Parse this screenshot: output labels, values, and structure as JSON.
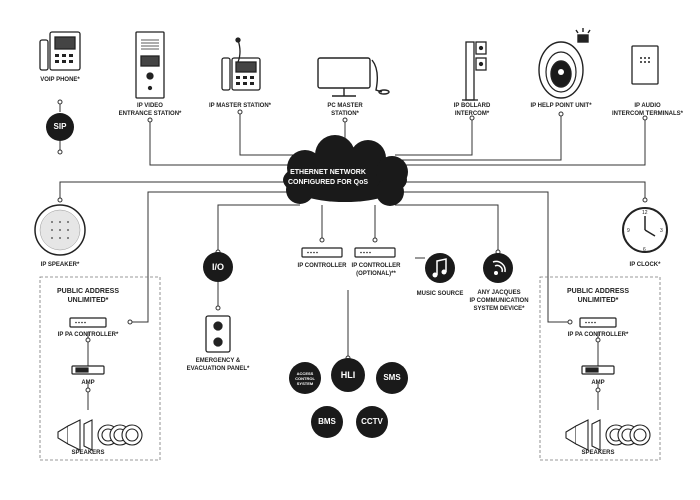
{
  "network": {
    "line1": "ETHERNET NETWORK",
    "line2": "CONFIGURED FOR QoS"
  },
  "devices": {
    "voip_phone": "VOIP PHONE*",
    "ip_video_1": "IP VIDEO",
    "ip_video_2": "ENTRANCE STATION*",
    "ip_master": "IP MASTER STATION*",
    "pc_master_1": "PC MASTER",
    "pc_master_2": "STATION*",
    "ip_bollard_1": "IP BOLLARD",
    "ip_bollard_2": "INTERCOM*",
    "ip_help": "IP HELP POINT UNIT*",
    "ip_audio_1": "IP AUDIO",
    "ip_audio_2": "INTERCOM TERMINALS*",
    "ip_speaker": "IP SPEAKER*",
    "ip_clock": "IP CLOCK*",
    "io": "I/O",
    "emergency_1": "EMERGENCY &",
    "emergency_2": "EVACUATION PANEL*",
    "ip_controller": "IP CONTROLLER",
    "ip_controller_opt_1": "IP CONTROLLER",
    "ip_controller_opt_2": "(OPTIONAL)**",
    "music_source": "MUSIC SOURCE",
    "jacques_1": "ANY JACQUES",
    "jacques_2": "IP COMMUNICATION",
    "jacques_3": "SYSTEM DEVICE*"
  },
  "hli": {
    "center": "HLI",
    "access_1": "ACCESS",
    "access_2": "CONTROL",
    "access_3": "SYSTEM",
    "sms": "SMS",
    "bms": "BMS",
    "cctv": "CCTV"
  },
  "sip": "SIP",
  "pa_left": {
    "title_1": "PUBLIC ADDRESS",
    "title_2": "UNLIMITED*",
    "controller": "IP PA CONTROLLER*",
    "amp": "AMP",
    "speakers": "SPEAKERS"
  },
  "pa_right": {
    "title_1": "PUBLIC ADDRESS",
    "title_2": "UNLIMITED*",
    "controller": "IP PA CONTROLLER*",
    "amp": "AMP",
    "speakers": "SPEAKERS"
  },
  "colors": {
    "ink": "#1a1a1a",
    "line": "#333333",
    "bg": "#ffffff"
  }
}
